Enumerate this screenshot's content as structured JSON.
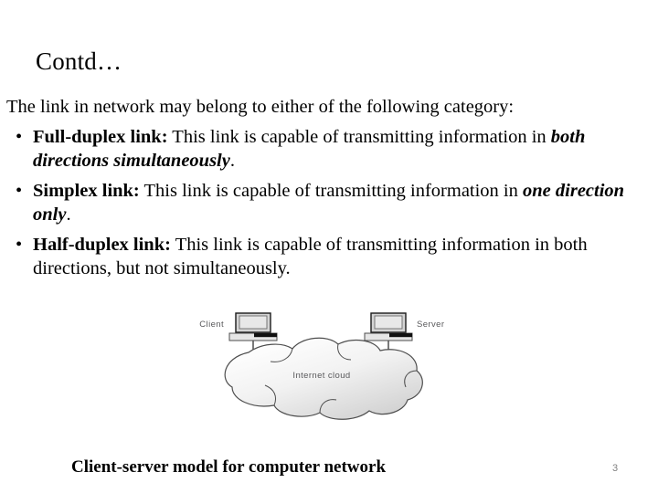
{
  "slide": {
    "title": "Contd…",
    "intro": "The link in network may belong to either of the following category:",
    "bullet_glyph": "•",
    "bullets": [
      {
        "term": "Full-duplex link:",
        "text_a": " This link is capable of transmitting information in ",
        "emphasis": "both directions simultaneously",
        "text_b": "."
      },
      {
        "term": "Simplex link:",
        "text_a": " This link is capable of transmitting information in ",
        "emphasis": "one direction only",
        "text_b": "."
      },
      {
        "term": "Half-duplex link:",
        "text_a": " This link is capable of transmitting information in both directions, but not simultaneously.",
        "emphasis": "",
        "text_b": ""
      }
    ],
    "caption": "Client-server model for computer network",
    "page_number": "3"
  },
  "diagram": {
    "client_label": "Client",
    "server_label": "Server",
    "cloud_label": "Internet cloud",
    "colors": {
      "cloud_fill_light": "#ffffff",
      "cloud_fill_dark": "#d9d9d9",
      "cloud_stroke": "#4d4d4d",
      "monitor_screen": "#d4d4d4",
      "monitor_frame": "#1a1a1a",
      "base_fill": "#e6e6e6",
      "label_text": "#59595b",
      "link_line": "#333333"
    }
  }
}
